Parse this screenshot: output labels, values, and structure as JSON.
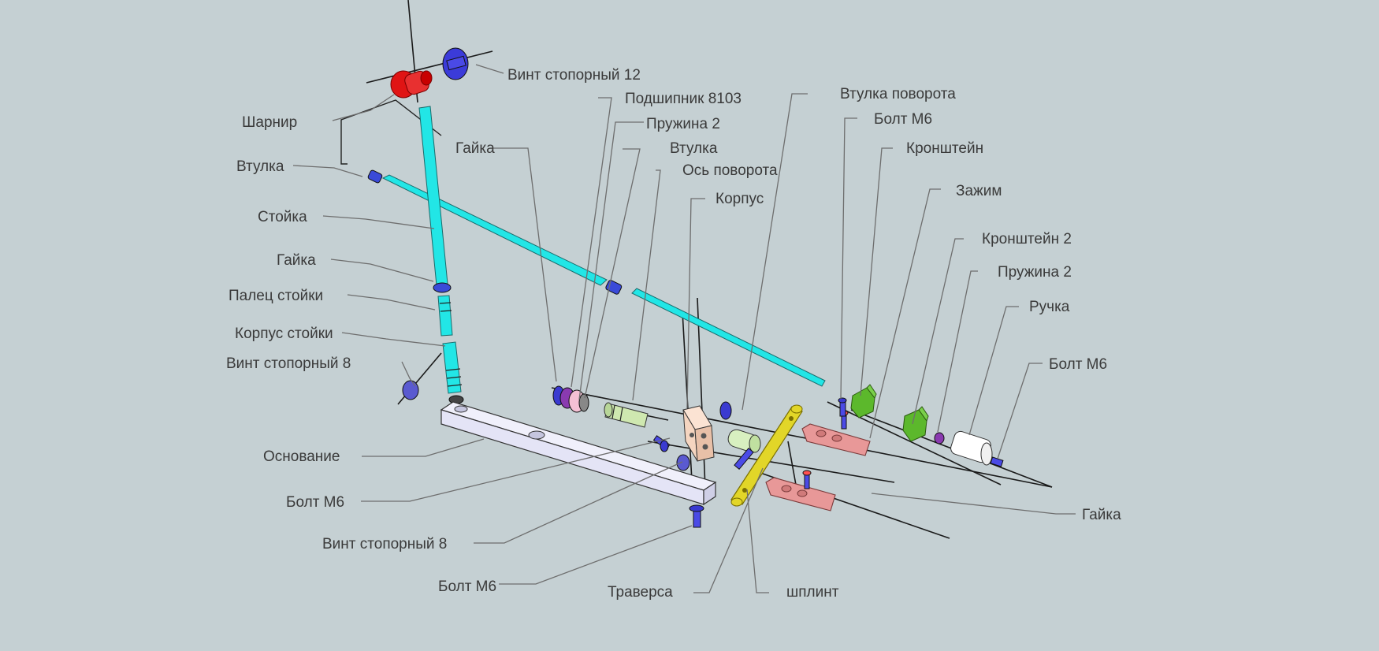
{
  "labels": {
    "vint_stopornyi_12": "Винт стопорный 12",
    "podshipnik_8103": "Подшипник 8103",
    "vtulka_povorota": "Втулка поворота",
    "pruzhina_2_a": "Пружина 2",
    "bolt_m6_a": "Болт М6",
    "sharnir": "Шарнир",
    "gaika_a": "Гайка",
    "vtulka_b": "Втулка",
    "kronshtein": "Кронштейн",
    "vtulka_a": "Втулка",
    "os_povorota": "Ось поворота",
    "zazhim": "Зажим",
    "stoika": "Стойка",
    "korpus": "Корпус",
    "kronshtein_2": "Кронштейн 2",
    "gaika_b": "Гайка",
    "pruzhina_2_b": "Пружина 2",
    "palets_stoiki": "Палец стойки",
    "ruchka": "Ручка",
    "korpus_stoiki": "Корпус стойки",
    "vint_stopornyi_8_a": "Винт стопорный 8",
    "bolt_m6_b": "Болт М6",
    "osnovanie": "Основание",
    "bolt_m6_c": "Болт М6",
    "gaika_c": "Гайка",
    "vint_stopornyi_8_b": "Винт стопорный 8",
    "bolt_m6_d": "Болт М6",
    "traversa": "Траверса",
    "shplint": "шплинт"
  },
  "colors": {
    "background": "#c5d0d3",
    "rod": "#22e6e6",
    "hinge": "#e01414",
    "screw": "#3b3bd9",
    "base": "#e4e4f6",
    "bracket": "#5cb82c",
    "clamp": "#e89898",
    "traverse": "#d8cc1a",
    "handle": "#ffffff",
    "housing": "#f5d5c0",
    "axle": "#cfe8b0",
    "leader": "#6e6e6e",
    "text": "#3a3a3a"
  }
}
